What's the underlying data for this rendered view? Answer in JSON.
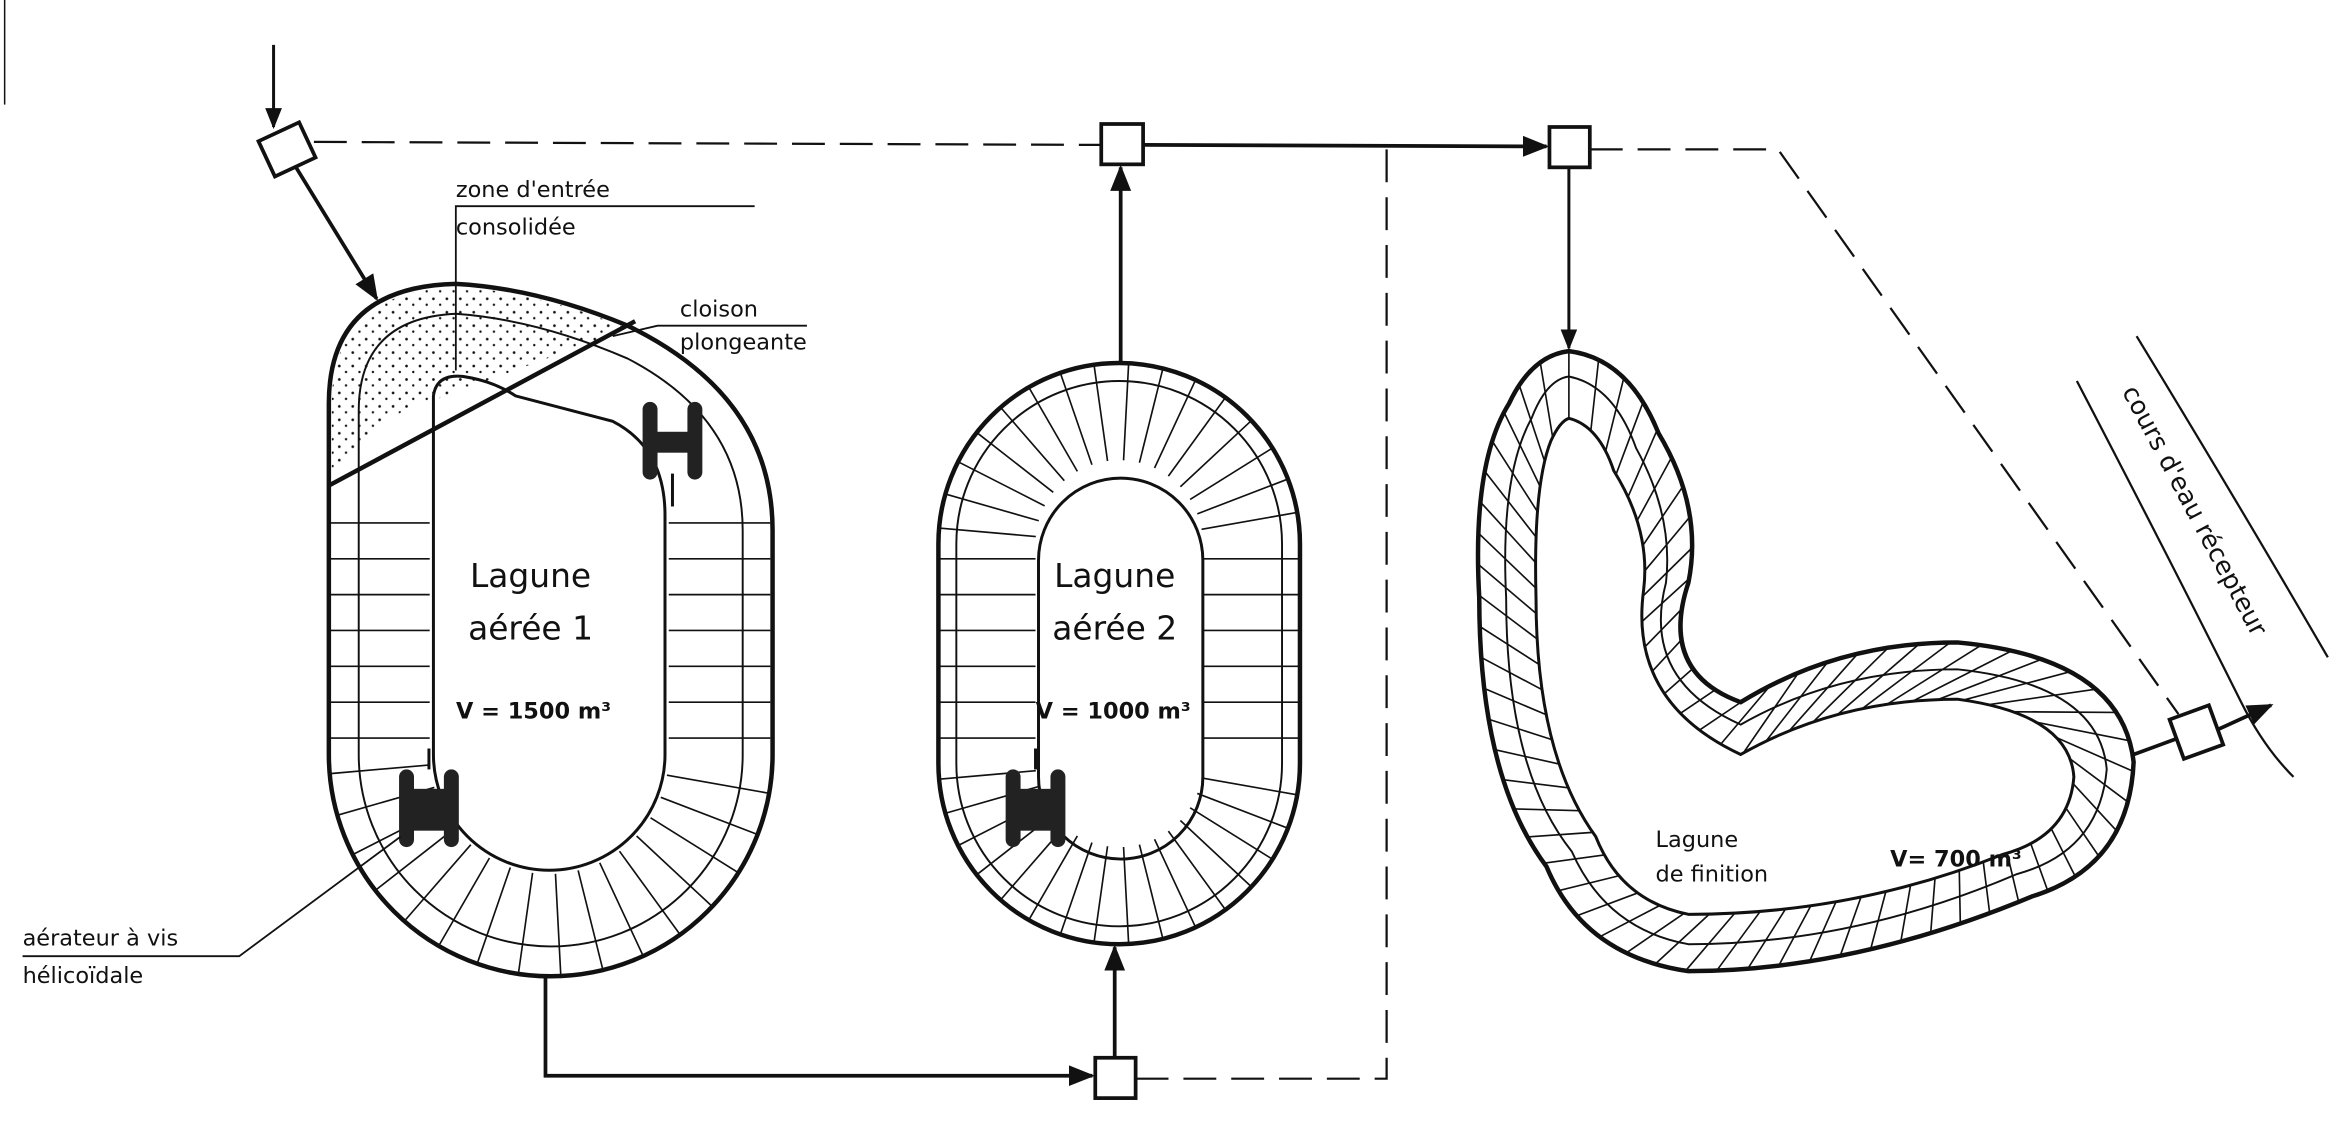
{
  "title": "Lagunage aéré - schéma",
  "labels": {
    "zone_line1": "zone d'entrée",
    "zone_line2": "consolidée",
    "cloison_line1": "cloison",
    "cloison_line2": "plongeante",
    "aerateur_line1": "aérateur à vis",
    "aerateur_line2": "hélicoïdale",
    "river": "cours d'eau récepteur"
  },
  "lagoons": [
    {
      "name_line1": "Lagune",
      "name_line2": "aérée 1",
      "volume": "V = 1500 m³"
    },
    {
      "name_line1": "Lagune",
      "name_line2": "aérée 2",
      "volume": "V = 1000 m³"
    },
    {
      "name_line1": "Lagune",
      "name_line2": "de finition",
      "volume": "V= 700 m³"
    }
  ],
  "colors": {
    "ink": "#111111",
    "paper": "#ffffff"
  }
}
